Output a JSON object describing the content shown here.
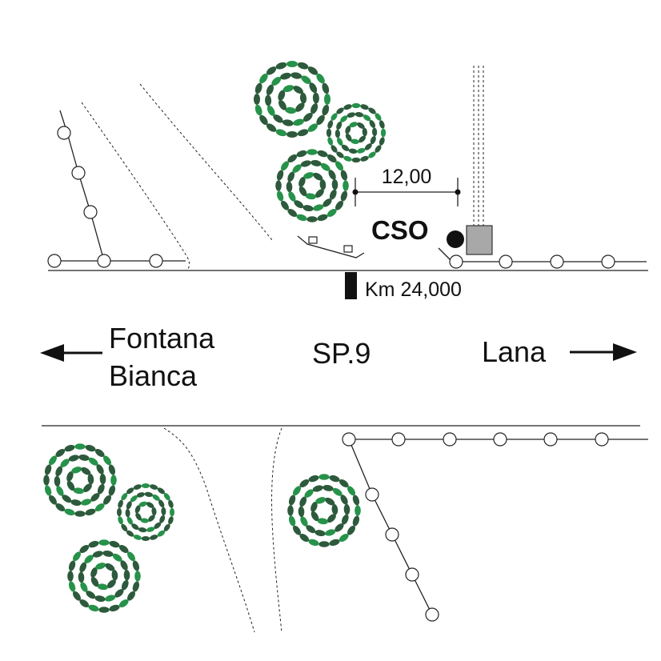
{
  "labels": {
    "road_name": "SP.9",
    "direction_left_line1": "Fontana",
    "direction_left_line2": "Bianca",
    "direction_right": "Lana",
    "station_code": "CSO",
    "distance": "12,00",
    "kilometer_marker": "Km 24,000"
  },
  "colors": {
    "tree_dark": "#2d5a3c",
    "tree_light": "#26924a",
    "cabinet_gray": "#a8a8a8",
    "ink": "#111111"
  },
  "icons": {
    "arrow_left": "arrow-left-icon",
    "arrow_right": "arrow-right-icon",
    "tree": "tree-icon",
    "sensor_dot": "sensor-dot-icon",
    "cabinet": "cabinet-icon",
    "signpost": "kilometer-post-icon"
  }
}
